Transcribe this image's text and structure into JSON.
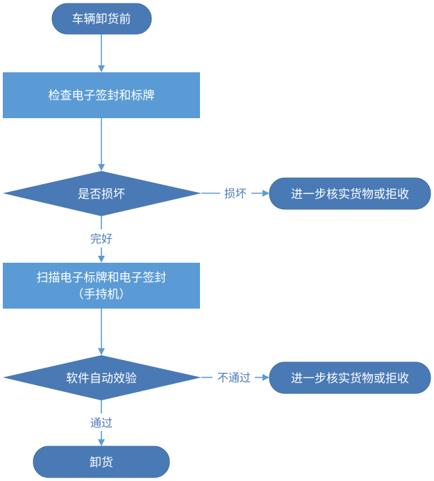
{
  "flowchart": {
    "start": "车辆卸货前",
    "check_seal": "检查电子签封和标牌",
    "decision_damage": "是否损坏",
    "label_damaged": "损坏",
    "further_check_1": "进一步核实货物或拒收",
    "label_intact": "完好",
    "scan_line1": "扫描电子标牌和电子签封",
    "scan_line2": "（手持机）",
    "decision_verify": "软件自动效验",
    "label_fail": "不通过",
    "further_check_2": "进一步核实货物或拒收",
    "label_pass": "通过",
    "unload": "卸货"
  },
  "colors": {
    "rounded_fill": "#4a7ab5",
    "rect_fill": "#5b9bd5",
    "diamond_fill": "#4a7ab5",
    "connector": "#5b9bd5",
    "edge_label": "#4a7ab5"
  }
}
